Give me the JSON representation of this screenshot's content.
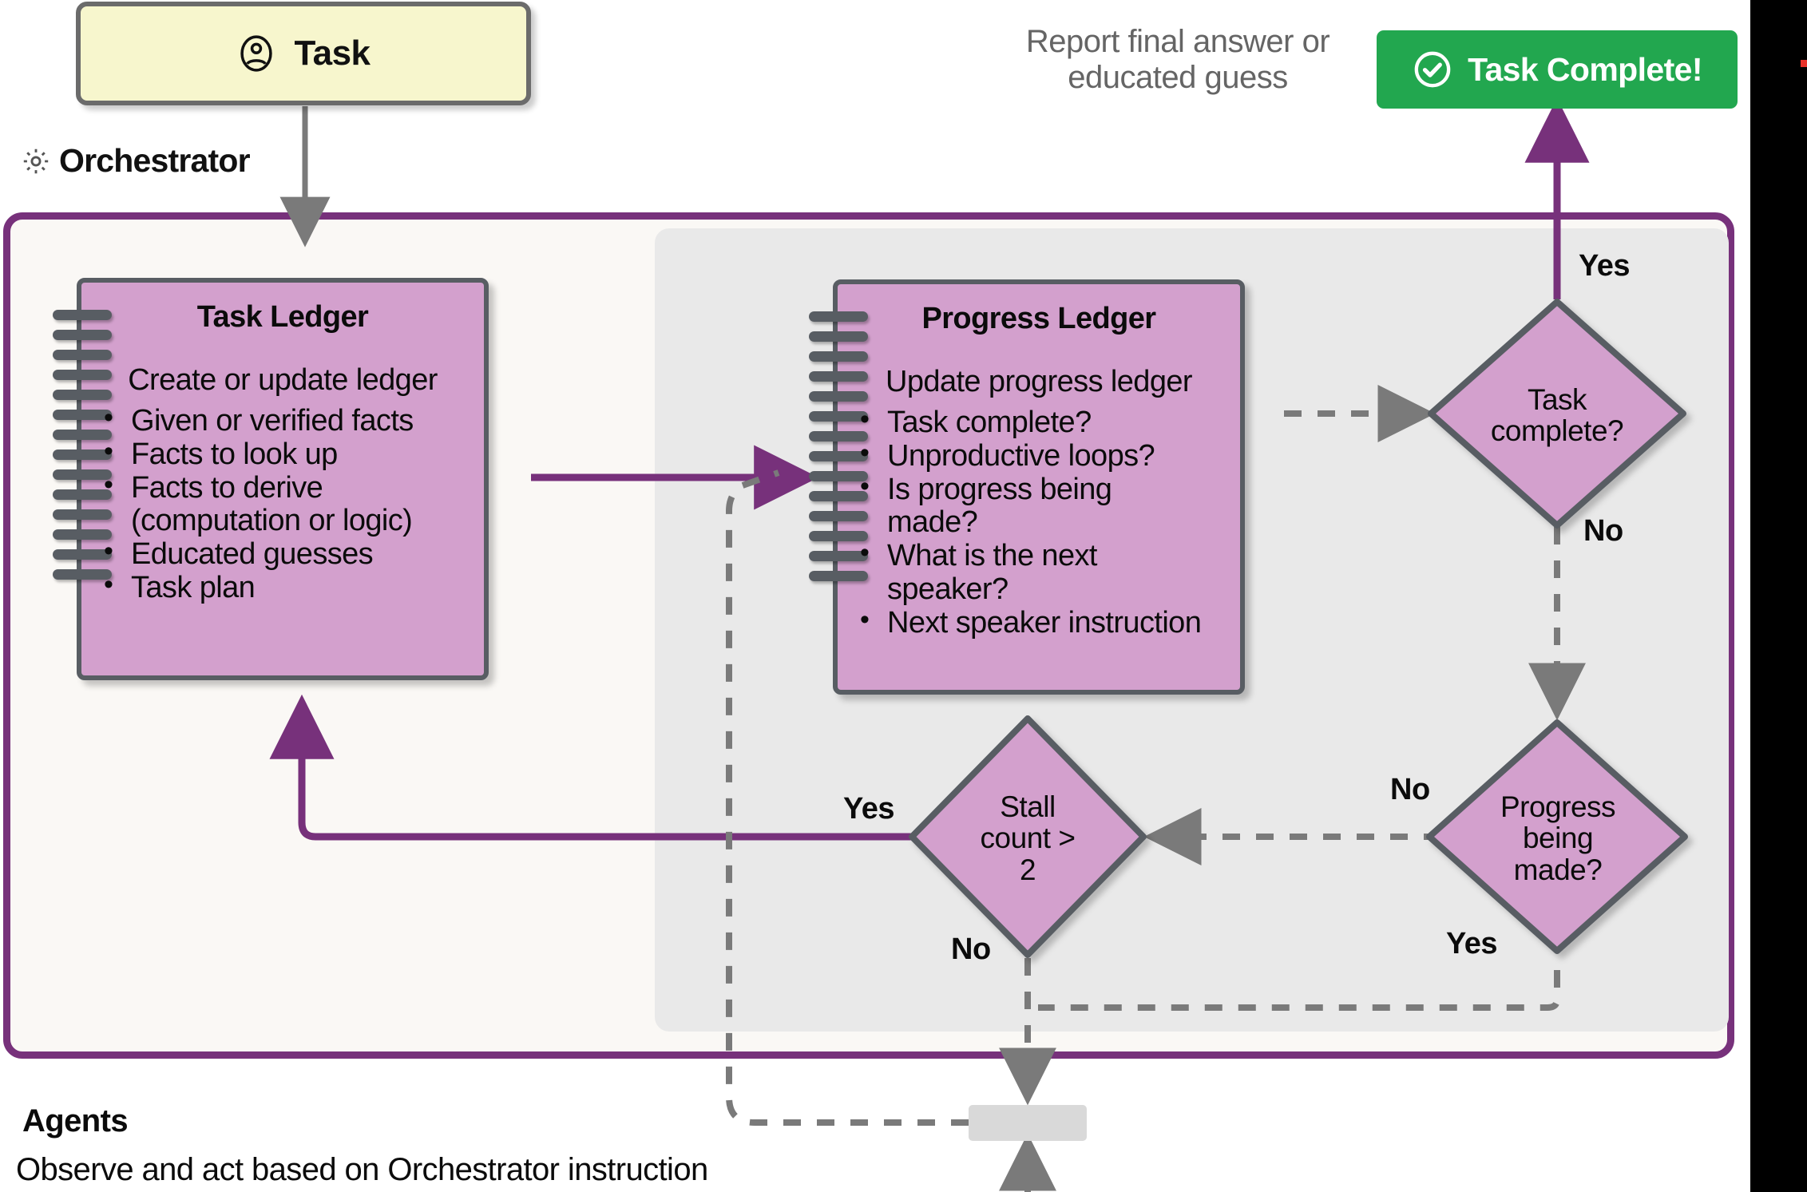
{
  "diagram": {
    "title": "Magentic-One Orchestrator loop",
    "colors": {
      "ledger_fill": "#d3a0cd",
      "ledger_stroke": "#585d63",
      "orchestrator_border": "#77317b",
      "inner_panel": "#e9e9e9",
      "outer_panel": "#faf8f5",
      "task_card_fill": "#f7f6cd",
      "badge_green": "#22a74f",
      "solid_edge": "#77317b",
      "dashed_edge": "#7a7a7a",
      "caption_gray": "#656565"
    }
  },
  "task_card": {
    "label": "Task",
    "icon": "user-circle-icon"
  },
  "orchestrator": {
    "label": "Orchestrator",
    "icon": "gear-icon"
  },
  "completion": {
    "caption_line1": "Report final answer or",
    "caption_line2": "educated guess",
    "badge_label": "Task Complete!",
    "badge_icon": "check-circle-icon"
  },
  "task_ledger": {
    "heading": "Task Ledger",
    "subheading": "Create or update ledger",
    "items": [
      "Given or verified facts",
      "Facts to look up",
      "Facts to derive",
      "(computation or logic)",
      "Educated guesses",
      "Task plan"
    ],
    "bulleted": [
      true,
      true,
      true,
      false,
      true,
      true
    ]
  },
  "progress_ledger": {
    "heading": "Progress Ledger",
    "subheading": "Update progress ledger",
    "items": [
      "Task complete?",
      "Unproductive loops?",
      "Is progress being",
      "made?",
      "What is the next",
      "speaker?",
      "Next speaker instruction"
    ],
    "bulleted": [
      true,
      true,
      true,
      false,
      true,
      false,
      true
    ]
  },
  "decisions": [
    {
      "id": "task-complete",
      "lines": [
        "Task",
        "complete?"
      ],
      "yes_label": "Yes",
      "no_label": "No"
    },
    {
      "id": "progress-being-made",
      "lines": [
        "Progress",
        "being",
        "made?"
      ],
      "yes_label": "Yes",
      "no_label": "No"
    },
    {
      "id": "stall-count",
      "lines": [
        "Stall",
        "count >",
        "2"
      ],
      "yes_label": "Yes",
      "no_label": "No"
    }
  ],
  "agents": {
    "title": "Agents",
    "subtitle": "Observe and act based on Orchestrator instruction"
  },
  "edge_labels": {
    "task_complete_yes": "Yes",
    "task_complete_no": "No",
    "progress_made_no": "No",
    "progress_made_yes": "Yes",
    "stall_yes": "Yes",
    "stall_no": "No"
  }
}
